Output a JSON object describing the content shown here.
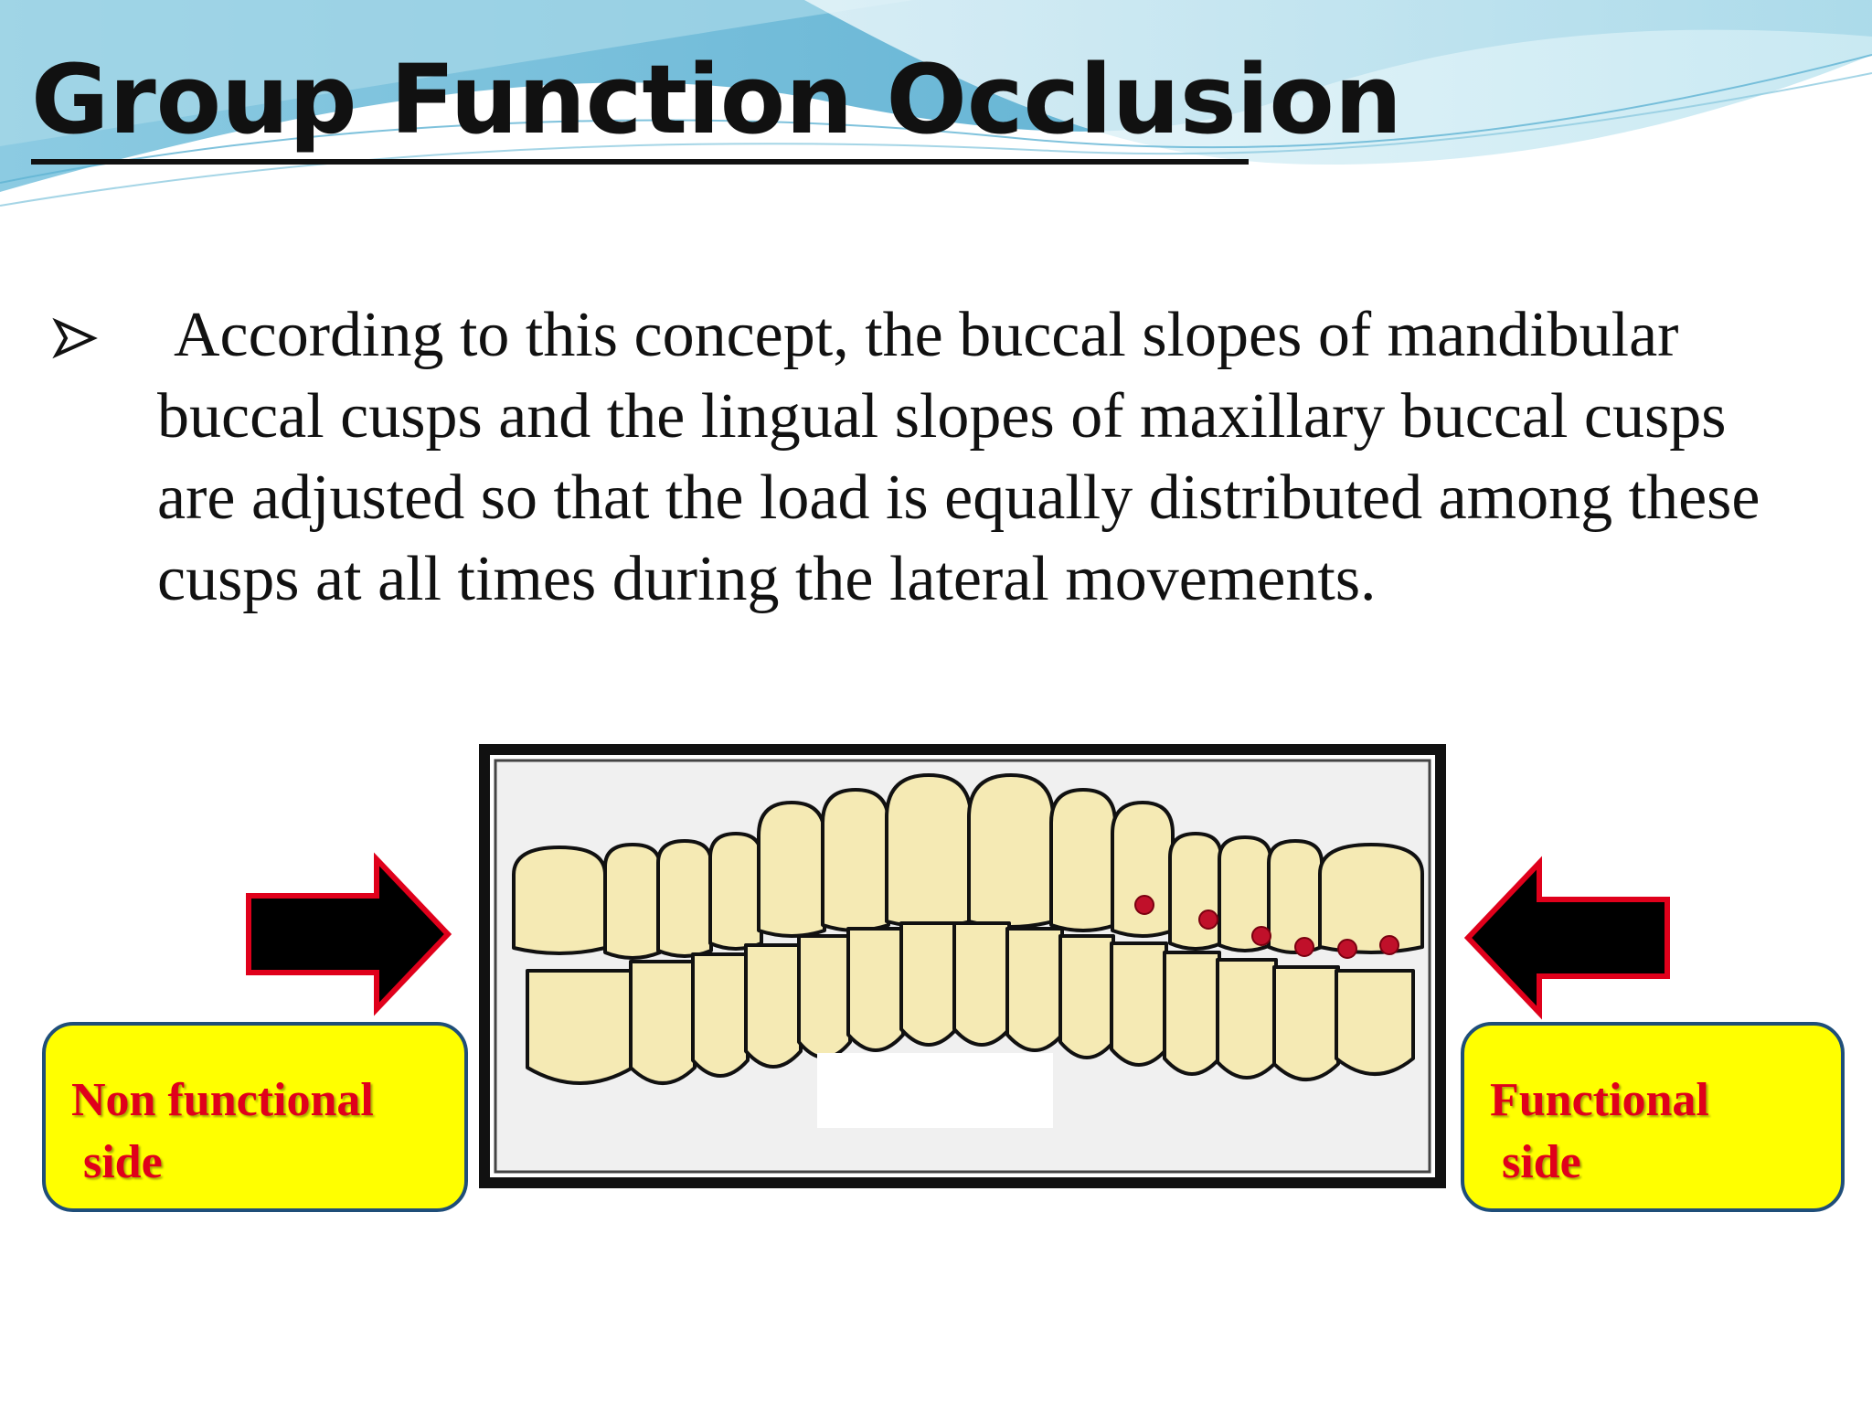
{
  "slide": {
    "title": "Group Function Occlusion",
    "bullet": {
      "marker": "arrowhead-bullet-icon",
      "text": "According to this concept, the buccal slopes of mandibular buccal cusps and the lingual slopes of maxillary buccal cusps are adjusted so that the load is equally distributed among these cusps at all times during the lateral movements."
    },
    "figure": {
      "icon": "dental-arch-illustration",
      "contact_point_count": 6
    },
    "labels": {
      "left": "Non functional\n side",
      "right": "Functional\n side"
    },
    "arrows": {
      "left": "arrow-right-icon",
      "right": "arrow-left-icon"
    },
    "colors": {
      "label_text": "#e0001b",
      "label_fill": "#ffff00",
      "label_border": "#1f4e79",
      "arrow_fill": "#000000",
      "arrow_outline": "#e0001b",
      "contact_point": "#c0102a",
      "tooth_fill": "#f5eab4",
      "wave_blue": "#7fc4dc"
    }
  }
}
